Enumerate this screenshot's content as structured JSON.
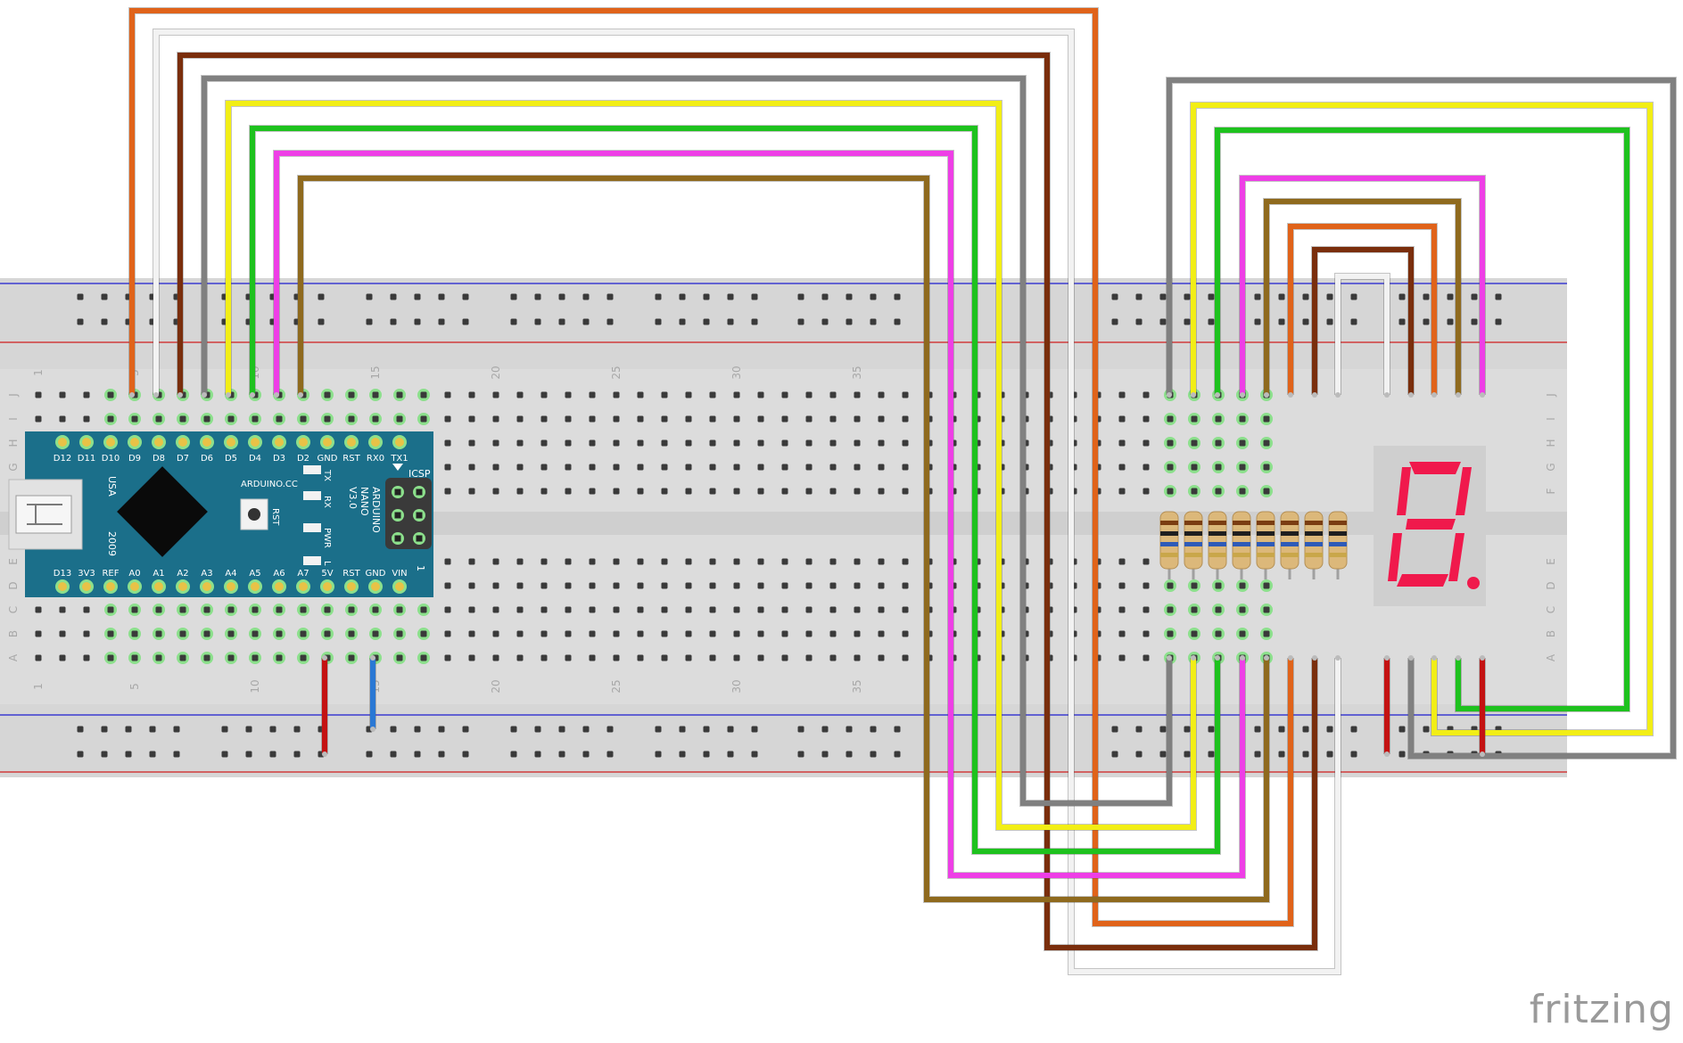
{
  "watermark": "fritzing",
  "breadboard": {
    "row_letters_top": [
      "J",
      "I",
      "H",
      "G",
      "F"
    ],
    "row_letters_bottom": [
      "E",
      "D",
      "C",
      "B",
      "A"
    ],
    "column_numbers": [
      "1",
      "5",
      "10",
      "15",
      "20",
      "25",
      "30",
      "35"
    ]
  },
  "arduino": {
    "top_pins": [
      "D12",
      "D11",
      "D10",
      "D9",
      "D8",
      "D7",
      "D6",
      "D5",
      "D4",
      "D3",
      "D2",
      "GND",
      "RST",
      "RX0",
      "TX1"
    ],
    "bottom_pins": [
      "D13",
      "3V3",
      "REF",
      "A0",
      "A1",
      "A2",
      "A3",
      "A4",
      "A5",
      "A6",
      "A7",
      "5V",
      "RST",
      "GND",
      "VIN"
    ],
    "usb_label": "USA",
    "year": "2009",
    "website": "ARDUINO.CC",
    "model_lines": [
      "ARDUINO",
      "NANO",
      "V3.0"
    ],
    "leds": [
      "TX",
      "RX",
      "PWR",
      "L"
    ],
    "reset_label": "RST",
    "icsp_label": "ICSP",
    "icsp_number": "1"
  },
  "wire_colors": {
    "orange": "#e0631a",
    "white": "#f2f2f2",
    "brown": "#7a2e0c",
    "gray": "#808080",
    "yellow": "#f2ee16",
    "green": "#1ec21e",
    "magenta": "#ee3ee6",
    "ochre": "#8f6a1e",
    "red": "#c41212",
    "blue": "#2a78d4"
  },
  "resistor_count": 8,
  "display": {
    "type": "7-segment",
    "digit": "8",
    "segment_color": "#f0194c",
    "body_color": "#cfcfcf"
  }
}
